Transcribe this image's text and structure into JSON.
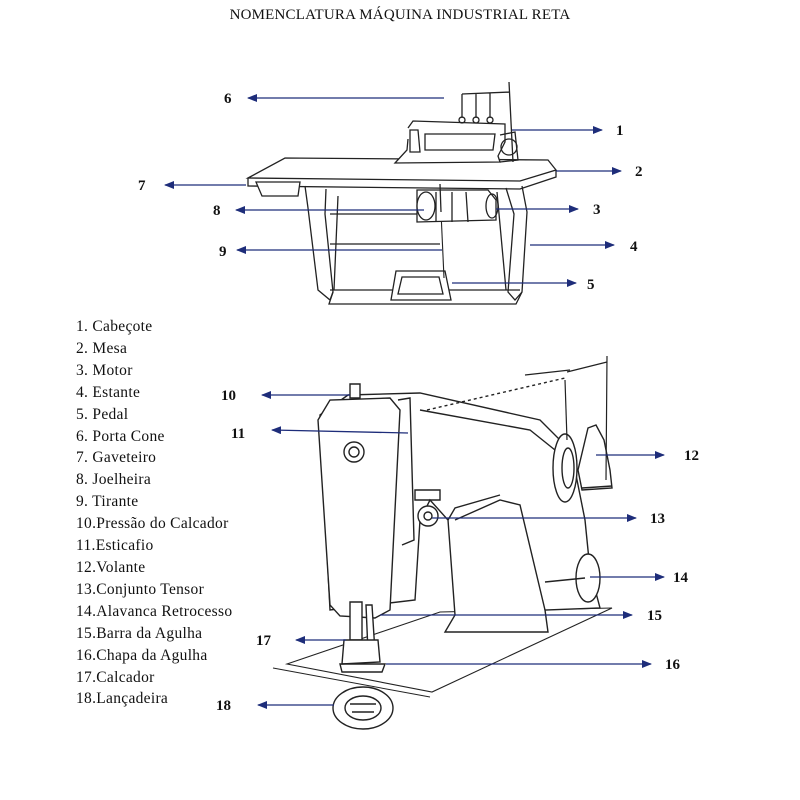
{
  "title": "NOMENCLATURA MÁQUINA INDUSTRIAL RETA",
  "legend": [
    "1.  Cabeçote",
    "2.  Mesa",
    "3.  Motor",
    "4.  Estante",
    "5.  Pedal",
    "6.  Porta Cone",
    "7.  Gaveteiro",
    "8.  Joelheira",
    "9.  Tirante",
    "10.Pressão do Calcador",
    "11.Esticafio",
    "12.Volante",
    "13.Conjunto Tensor",
    "14.Alavanca Retrocesso",
    "15.Barra da Agulha",
    "16.Chapa da Agulha",
    "17.Calcador",
    "18.Lançadeira"
  ],
  "callouts": {
    "n1": "1",
    "n2": "2",
    "n3": "3",
    "n4": "4",
    "n5": "5",
    "n6": "6",
    "n7": "7",
    "n8": "8",
    "n9": "9",
    "n10": "10",
    "n11": "11",
    "n12": "12",
    "n13": "13",
    "n14": "14",
    "n15": "15",
    "n16": "16",
    "n17": "17",
    "n18": "18"
  }
}
